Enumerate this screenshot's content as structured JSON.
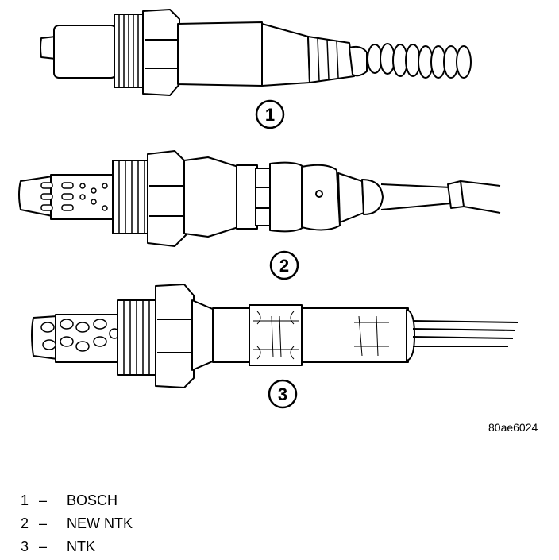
{
  "figure": {
    "reference_code": "80ae6024",
    "callouts": [
      "1",
      "2",
      "3"
    ]
  },
  "legend": {
    "separator": "–",
    "items": [
      {
        "number": "1",
        "label": "BOSCH"
      },
      {
        "number": "2",
        "label": "NEW NTK"
      },
      {
        "number": "3",
        "label": "NTK"
      }
    ]
  }
}
